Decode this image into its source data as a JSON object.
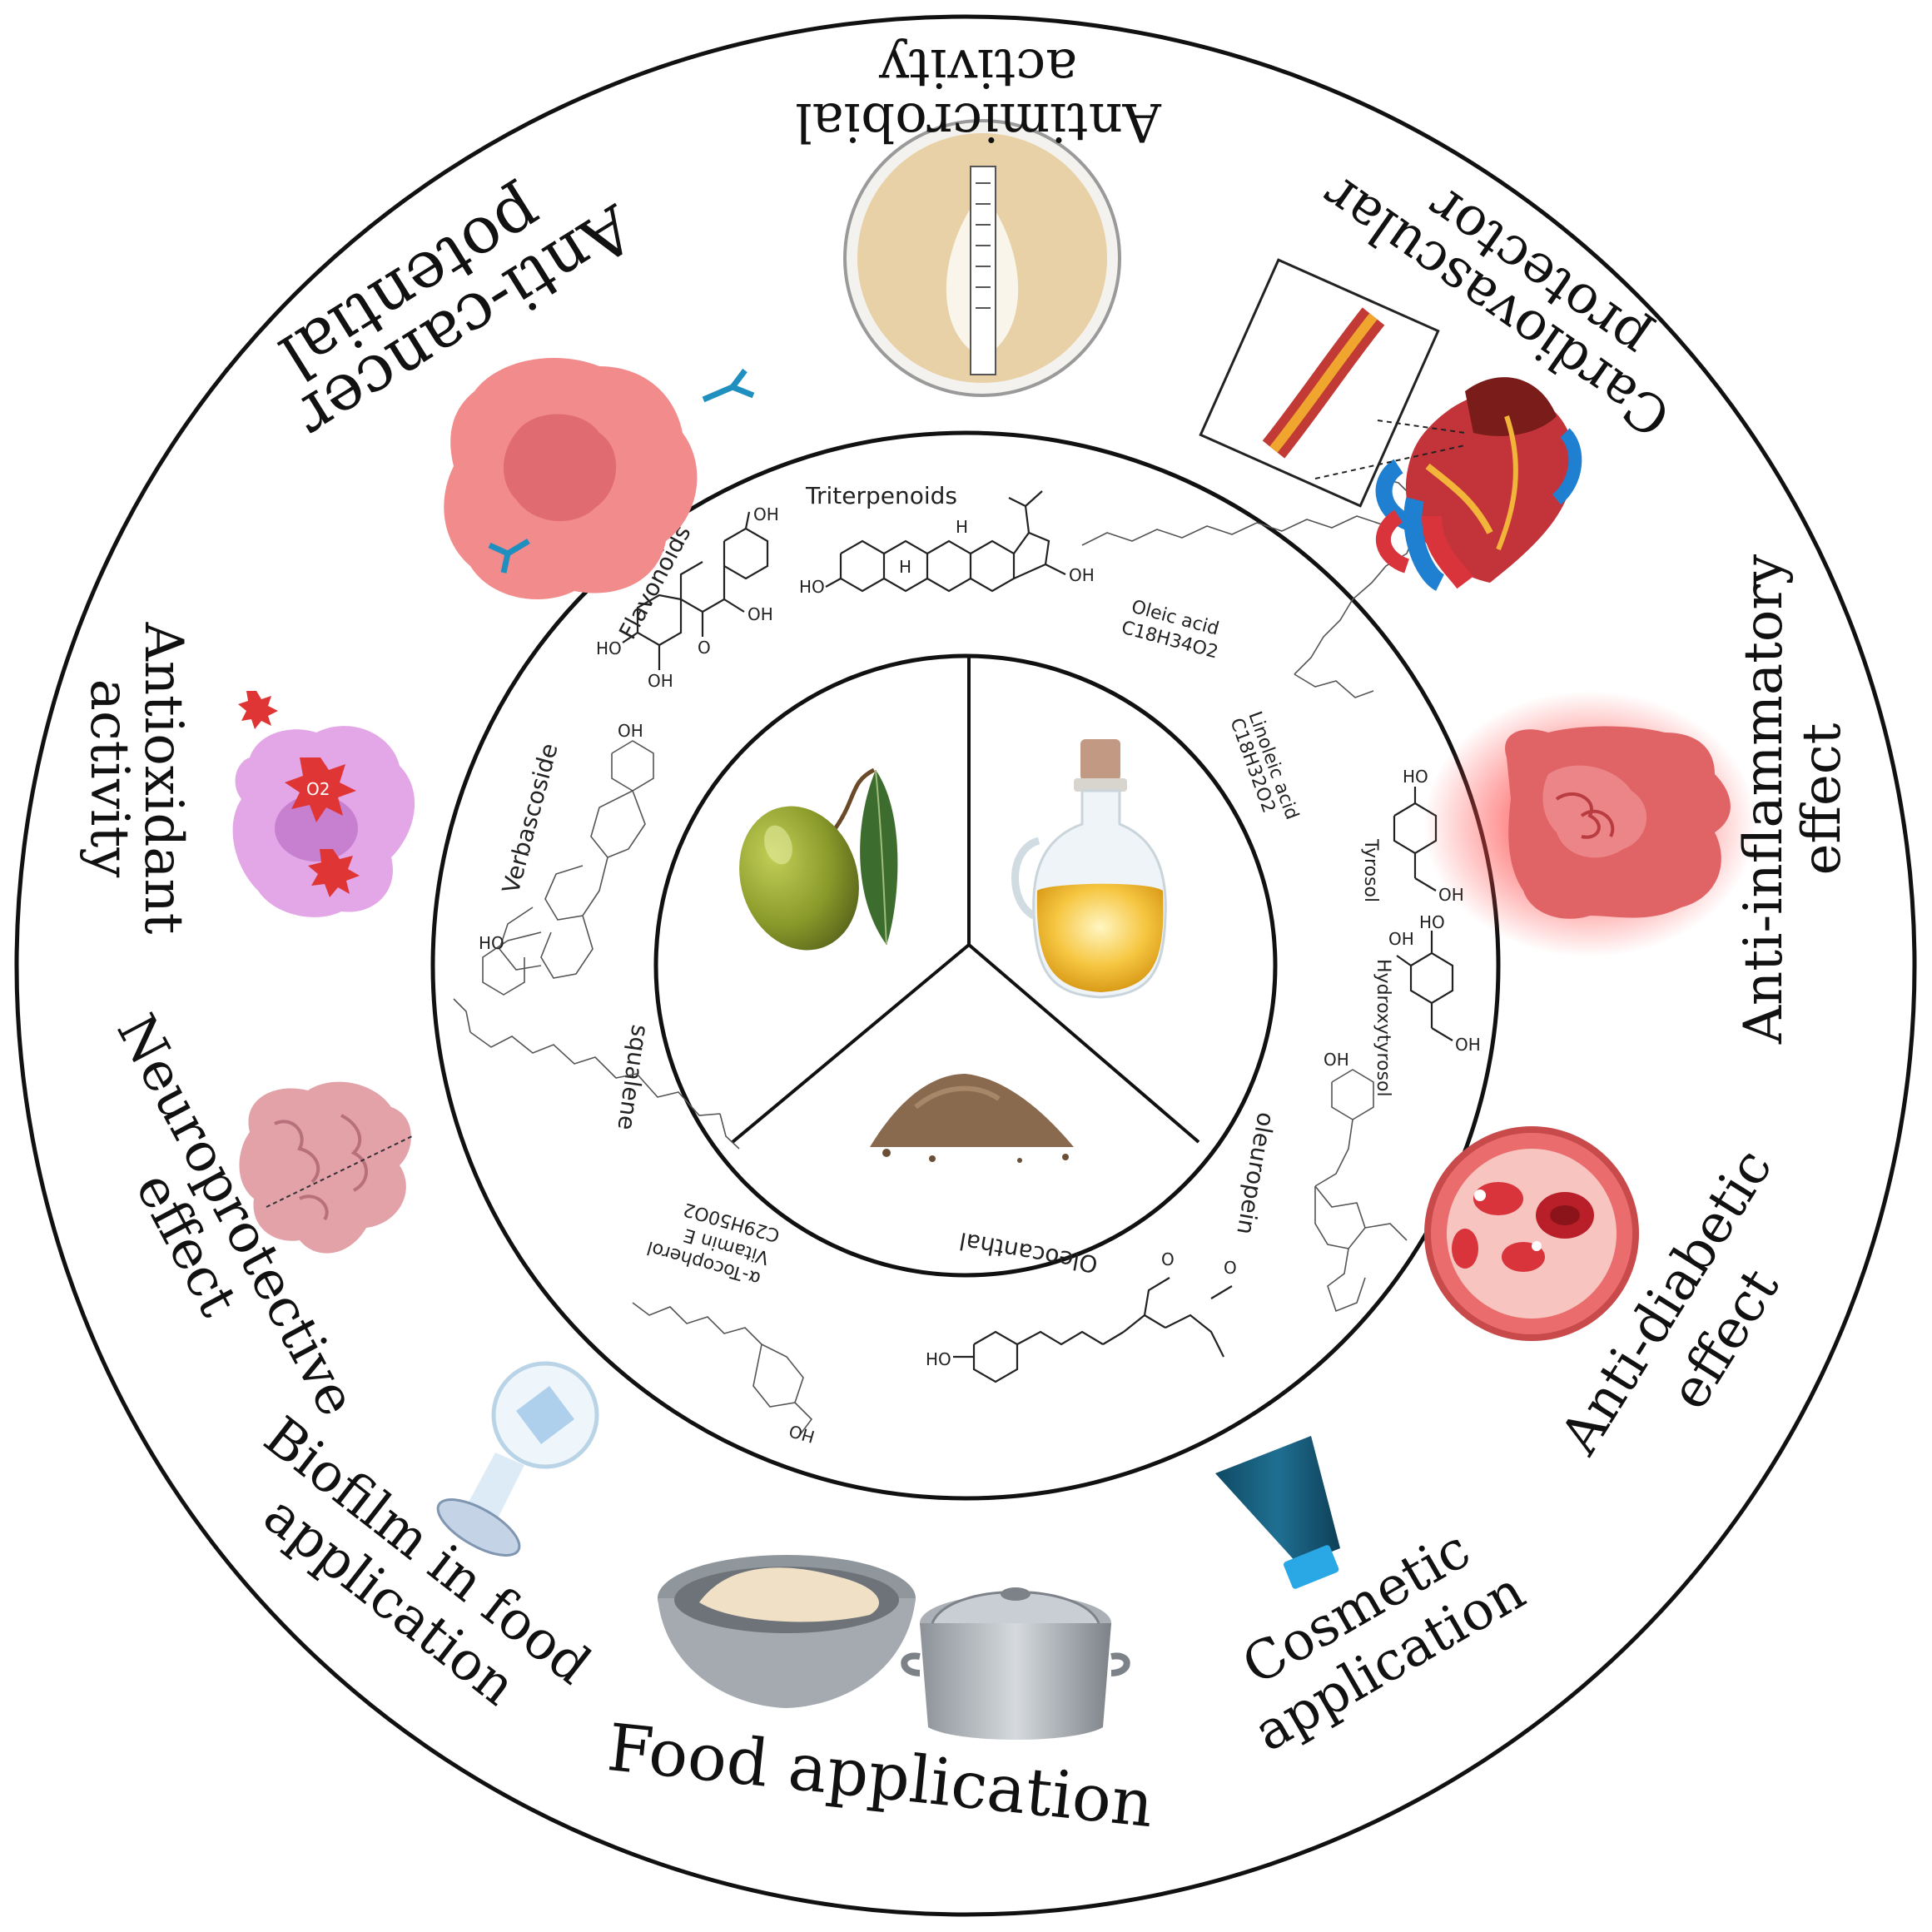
{
  "outer_ring": {
    "antimicrobial": [
      "Antimicrobial",
      "activity"
    ],
    "cardiovascular": [
      "Cardiovascular",
      "protector"
    ],
    "anti_inflammatory": [
      "Anti-inflammatory",
      "effect"
    ],
    "anti_diabetic": [
      "Anti-diabetic",
      "effect"
    ],
    "cosmetic": [
      "Cosmetic",
      "application"
    ],
    "food": "Food application",
    "biofilm": [
      "Biofilm in food",
      "application"
    ],
    "neuroprotective": [
      "Neuroprotective",
      "effect"
    ],
    "antioxidant": [
      "Antioxidant",
      "activity"
    ],
    "anticancer": [
      "Anti-cancer",
      "potential"
    ]
  },
  "compounds": {
    "triterpenoids": "Triterpenoids",
    "flavonoids": "Flavonoids",
    "verbascoside": "Verbascoside",
    "squalene": "squalene",
    "tocopherol": [
      "α-Tocopherol",
      "Vitamin E",
      "C29H50O2"
    ],
    "oleocanthal": "Oleocanthal",
    "oleuropein": "oleuropein",
    "hydroxytyrosol": "Hydroxytyrosol",
    "tyrosol": "Tyrosol",
    "linoleic": [
      "Linoleic acid",
      "C18H32O2"
    ],
    "oleic": [
      "Oleic acid",
      "C18H34O2"
    ]
  },
  "atoms": {
    "oh": "OH",
    "ho": "HO",
    "o": "O",
    "h": "H",
    "o2": "O2"
  },
  "colors": {
    "ring_stroke": "#111111",
    "olive_green": "#8a9a2a",
    "oil_yellow": "#f6c641",
    "powder_brown": "#8a6a4e",
    "cancer_cell": "#f28b8b",
    "antioxidant_cell": "#e3a6e6",
    "intestine": "#e0585b",
    "blood_vessel": "#e5454d",
    "cosmetic_tube": "#155a78",
    "petri_dish": "#e8d1a7",
    "brain": "#e2a2a8"
  }
}
